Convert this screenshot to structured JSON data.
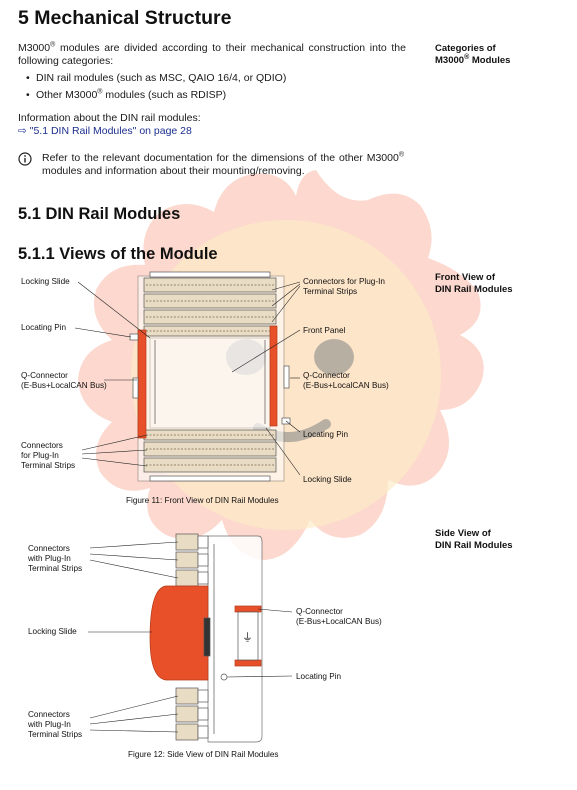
{
  "heading": "5 Mechanical Structure",
  "intro": {
    "pre": "M3000",
    "sup": "®",
    "post": " modules are divided according to their mechanical construction into the following categories:"
  },
  "bullets": [
    {
      "text": "DIN rail modules (such as MSC, QAIO 16/4, or QDIO)",
      "sup": "",
      "post": ""
    },
    {
      "text": "Other M3000",
      "sup": "®",
      "post": " modules (such as RDISP)"
    }
  ],
  "info_line": "Information about the DIN rail modules:",
  "info_link": "\"5.1 DIN Rail Modules\" on page 28",
  "info_link_icon": "arrow-right-icon",
  "note": {
    "icon": "info-circle-icon",
    "pre": "Refer to the relevant documentation for the dimensions of the other M3000",
    "sup": "®",
    "post": " modules and information about their mounting/removing."
  },
  "side_notes": {
    "categories_pre": "Categories of",
    "categories_line2_pre": "M3000",
    "categories_sup": "®",
    "categories_line2_post": " Modules",
    "front_view_1": "Front View of",
    "front_view_2": "DIN Rail Modules",
    "side_view_1": "Side View of",
    "side_view_2": "DIN Rail Modules"
  },
  "section_51": "5.1 DIN Rail Modules",
  "section_511": "5.1.1 Views of the Module",
  "figure11": {
    "caption": "Figure 11: Front View of DIN Rail Modules",
    "labels": {
      "locking_slide_l": "Locking Slide",
      "locating_pin_l": "Locating Pin",
      "q_connector_l1": "Q-Connector",
      "q_connector_l2": "(E-Bus+LocalCAN Bus)",
      "connectors_l1": "Connectors",
      "connectors_l2": "for Plug-In",
      "connectors_l3": "Terminal Strips",
      "conn_r1": "Connectors for Plug-In",
      "conn_r2": "Terminal Strips",
      "front_panel": "Front Panel",
      "q_connector_r1": "Q-Connector",
      "q_connector_r2": "(E-Bus+LocalCAN Bus)",
      "locating_pin_r": "Locating Pin",
      "locking_slide_r": "Locking Slide"
    }
  },
  "figure12": {
    "caption": "Figure 12: Side View of DIN Rail Modules",
    "labels": {
      "conn_top1": "Connectors",
      "conn_top2": "with Plug-In",
      "conn_top3": "Terminal Strips",
      "locking_slide": "Locking Slide",
      "q_connector1": "Q-Connector",
      "q_connector2": "(E-Bus+LocalCAN Bus)",
      "locating_pin": "Locating Pin",
      "conn_bot1": "Connectors",
      "conn_bot2": "with Plug-In",
      "conn_bot3": "Terminal Strips",
      "ground_symbol": "⏚"
    }
  },
  "colors": {
    "orange": "#e8502a",
    "terminal": "#e9dcc4",
    "overlay_outer": "#f9b8a6",
    "overlay_inner": "#fdecc6",
    "link": "#1c2f8f"
  }
}
